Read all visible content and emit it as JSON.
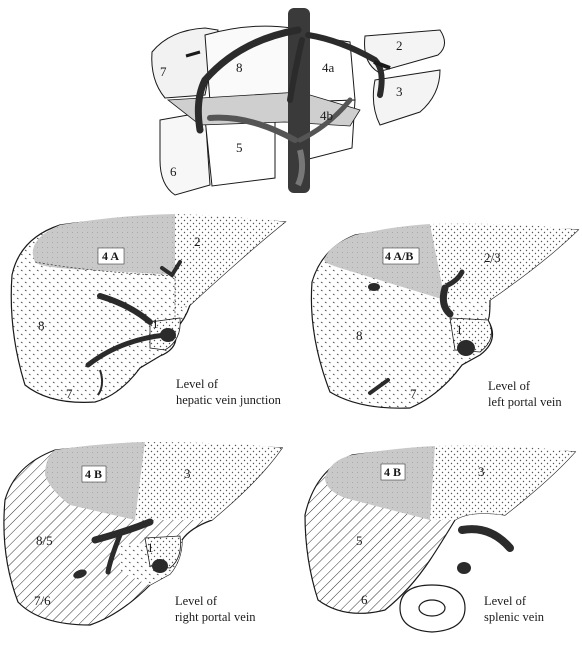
{
  "overview": {
    "labels": {
      "s2": "2",
      "s3": "3",
      "s4a": "4a",
      "s4b": "4b",
      "s5": "5",
      "s6": "6",
      "s7": "7",
      "s8": "8"
    }
  },
  "panels": [
    {
      "caption": [
        "Level of",
        "hepatic vein junction"
      ],
      "labels": {
        "seg4": "4 A",
        "seg2": "2",
        "seg8": "8",
        "seg1": "1",
        "seg7": "7"
      }
    },
    {
      "caption": [
        "Level of",
        "left portal vein"
      ],
      "labels": {
        "seg4": "4 A/B",
        "seg2": "2/3",
        "seg8": "8",
        "seg1": "1",
        "seg7": "7"
      }
    },
    {
      "caption": [
        "Level of",
        "right portal vein"
      ],
      "labels": {
        "seg4": "4 B",
        "seg3": "3",
        "seg85": "8/5",
        "seg1": "1",
        "seg76": "7/6"
      }
    },
    {
      "caption": [
        "Level of",
        "splenic vein"
      ],
      "labels": {
        "seg4": "4 B",
        "seg3": "3",
        "seg5": "5",
        "seg6": "6"
      }
    }
  ],
  "colors": {
    "outline": "#1a1a1a",
    "vessel": "#2b2b2b",
    "segment4_fill": "#c9c9c9",
    "lobe_fill": "#eeeeee",
    "label_box": "#ffffff"
  }
}
